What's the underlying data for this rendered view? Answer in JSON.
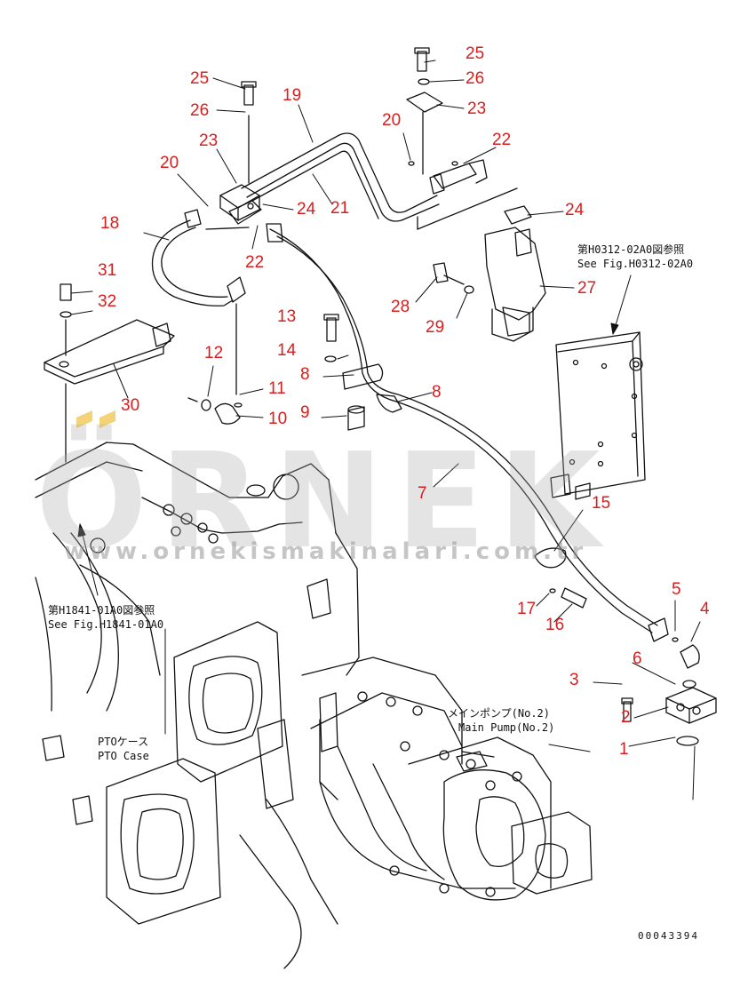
{
  "part_numbers": [
    "1",
    "2",
    "3",
    "4",
    "5",
    "6",
    "7",
    "8",
    "8",
    "9",
    "10",
    "11",
    "12",
    "13",
    "14",
    "15",
    "16",
    "17",
    "18",
    "19",
    "20",
    "20",
    "21",
    "22",
    "22",
    "23",
    "23",
    "24",
    "24",
    "25",
    "25",
    "26",
    "26",
    "27",
    "28",
    "29",
    "30",
    "31",
    "32"
  ],
  "references": {
    "h0312_jp": "第H0312-02A0図参照",
    "h0312_en": "See Fig.H0312-02A0",
    "h1841_jp": "第H1841-01A0図参照",
    "h1841_en": "See Fig.H1841-01A0"
  },
  "components": {
    "main_pump_jp": "メインポンプ(No.2)",
    "main_pump_en": "Main Pump(No.2)",
    "pto_case_jp": "PTOケース",
    "pto_case_en": "PTO Case"
  },
  "watermark": {
    "logo_text": "ÖRNEK",
    "url": "www.ornekismakinalari.com.tr"
  },
  "drawing_code": "00043394",
  "colors": {
    "callout": "#d81e1e",
    "line": "#111111",
    "watermark": "#aaaaaa",
    "watermark_accent": "#f3d27a"
  }
}
